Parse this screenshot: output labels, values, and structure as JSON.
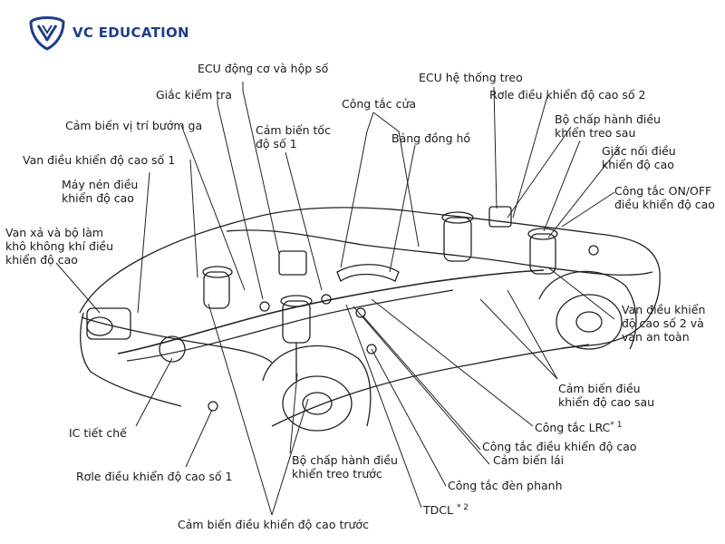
{
  "brand": {
    "name": "VC EDUCATION",
    "color": "#1f3d8a"
  },
  "labels": {
    "ecu_engine": "ECU động cơ và hộp số",
    "check_socket": "Giắc kiểm tra",
    "throttle_sensor": "Cảm biến vị trí bướm ga",
    "valve_1": "Van điều khiển độ cao số 1",
    "compressor_1": "Máy nén điều",
    "compressor_2": "khiển độ cao",
    "exhaust_1": "Van xả và bộ làm",
    "exhaust_2": "khô không khí điều",
    "exhaust_3": "khiển độ cao",
    "speed_sensor_1": "Cảm biến tốc",
    "speed_sensor_2": "độ số 1",
    "door_switch": "Công tắc cửa",
    "dashboard": "Bảng đồng hồ",
    "ecu_suspension": "ECU hệ thống treo",
    "relay_2": "Rơle điều khiển độ cao số 2",
    "rear_actuator_1": "Bộ chấp hành điều",
    "rear_actuator_2": "khiển treo sau",
    "height_plug_1": "Giắc nối điều",
    "height_plug_2": "khiển độ cao",
    "onoff_1": "Công tắc ON/OFF",
    "onoff_2": "điều khiển độ cao",
    "valve2_1": "Van điều khiển",
    "valve2_2": "độ cao số 2 và",
    "valve2_3": "van an toàn",
    "rear_sensor_1": "Cảm biến điều",
    "rear_sensor_2": "khiển độ cao sau",
    "lrc_switch": "Công tắc LRC",
    "lrc_note": "* 1",
    "height_switch": "Công tắc điều khiển độ cao",
    "steering_sensor": "Cảm biến lái",
    "brake_switch": "Công tắc đèn phanh",
    "tdcl": "TDCL",
    "tdcl_note": "* 2",
    "ic_regulator": "IC tiết chế",
    "relay_1": "Rơle điều khiển độ cao số 1",
    "front_actuator_1": "Bộ chấp hành điều",
    "front_actuator_2": "khiển treo trước",
    "front_sensor": "Cảm biến điều khiển độ cao trước"
  }
}
